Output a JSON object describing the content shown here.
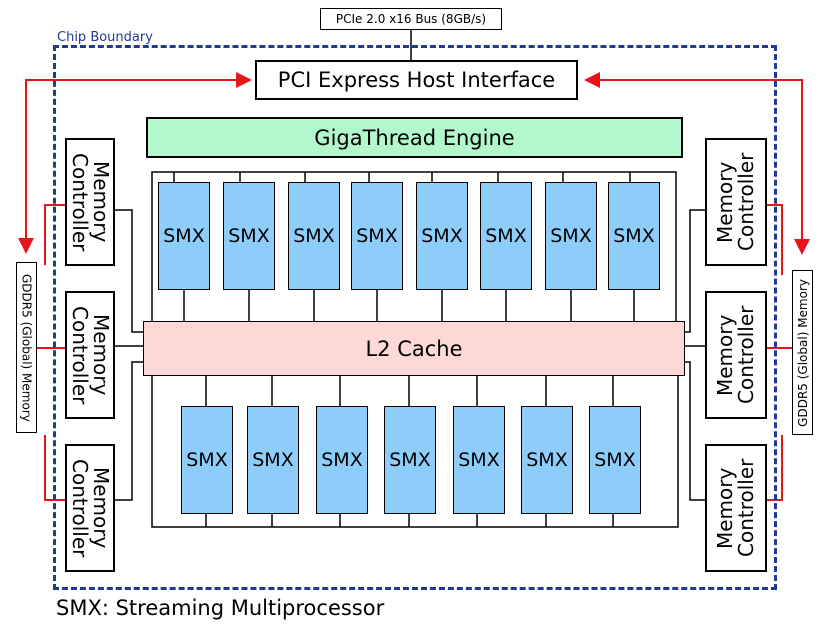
{
  "boundary_label": "Chip Boundary",
  "bus_label": "PCIe 2.0 x16 Bus (8GB/s)",
  "pci_label": "PCI Express Host Interface",
  "gigathread_label": "GigaThread Engine",
  "l2_label": "L2 Cache",
  "smx_top": [
    "SMX",
    "SMX",
    "SMX",
    "SMX",
    "SMX",
    "SMX",
    "SMX",
    "SMX"
  ],
  "smx_bottom": [
    "SMX",
    "SMX",
    "SMX",
    "SMX",
    "SMX",
    "SMX",
    "SMX"
  ],
  "memory_controllers": {
    "left": [
      "Memory Controller",
      "Memory Controller",
      "Memory Controller"
    ],
    "right": [
      "Memory Controller",
      "Memory Controller",
      "Memory Controller"
    ]
  },
  "gddr_left": "GDDR5 (Global) Memory",
  "gddr_right": "GDDR5 (Global) Memory",
  "footer": "SMX: Streaming Multiprocessor",
  "colors": {
    "boundary": "#1f3a93",
    "arrow": "#e8141c",
    "smx_fill": "#8ecdfa",
    "gigathread_fill": "#b3f7cc",
    "l2_fill": "#fcd9d6"
  }
}
